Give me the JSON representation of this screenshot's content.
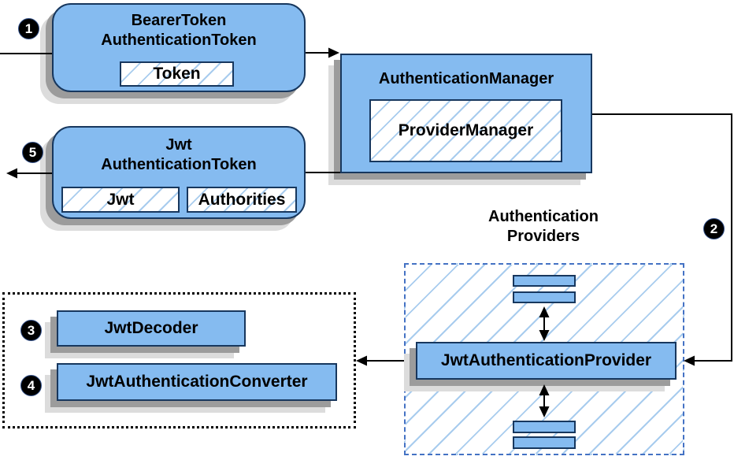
{
  "steps": {
    "s1": "1",
    "s2": "2",
    "s3": "3",
    "s4": "4",
    "s5": "5"
  },
  "bearer_box": {
    "title_line1": "BearerToken",
    "title_line2": "AuthenticationToken",
    "chip": "Token"
  },
  "manager_box": {
    "title": "AuthenticationManager",
    "chip": "ProviderManager"
  },
  "jwt_box": {
    "title_line1": "Jwt",
    "title_line2": "AuthenticationToken",
    "chip_jwt": "Jwt",
    "chip_authorities": "Authorities"
  },
  "providers": {
    "label_line1": "Authentication",
    "label_line2": "Providers",
    "provider_name": "JwtAuthenticationProvider"
  },
  "converters": {
    "decoder": "JwtDecoder",
    "converter": "JwtAuthenticationConverter"
  },
  "colors": {
    "box_fill": "#85BBF0",
    "box_border": "#17375E",
    "hatch_line": "#A8CCEE",
    "providers_dash": "#4472C4",
    "shadow_dark": "#9c9c9c",
    "shadow_light": "#dcdcdc",
    "arrow": "#000000",
    "marker_bg": "#000000",
    "marker_text": "#ffffff"
  }
}
